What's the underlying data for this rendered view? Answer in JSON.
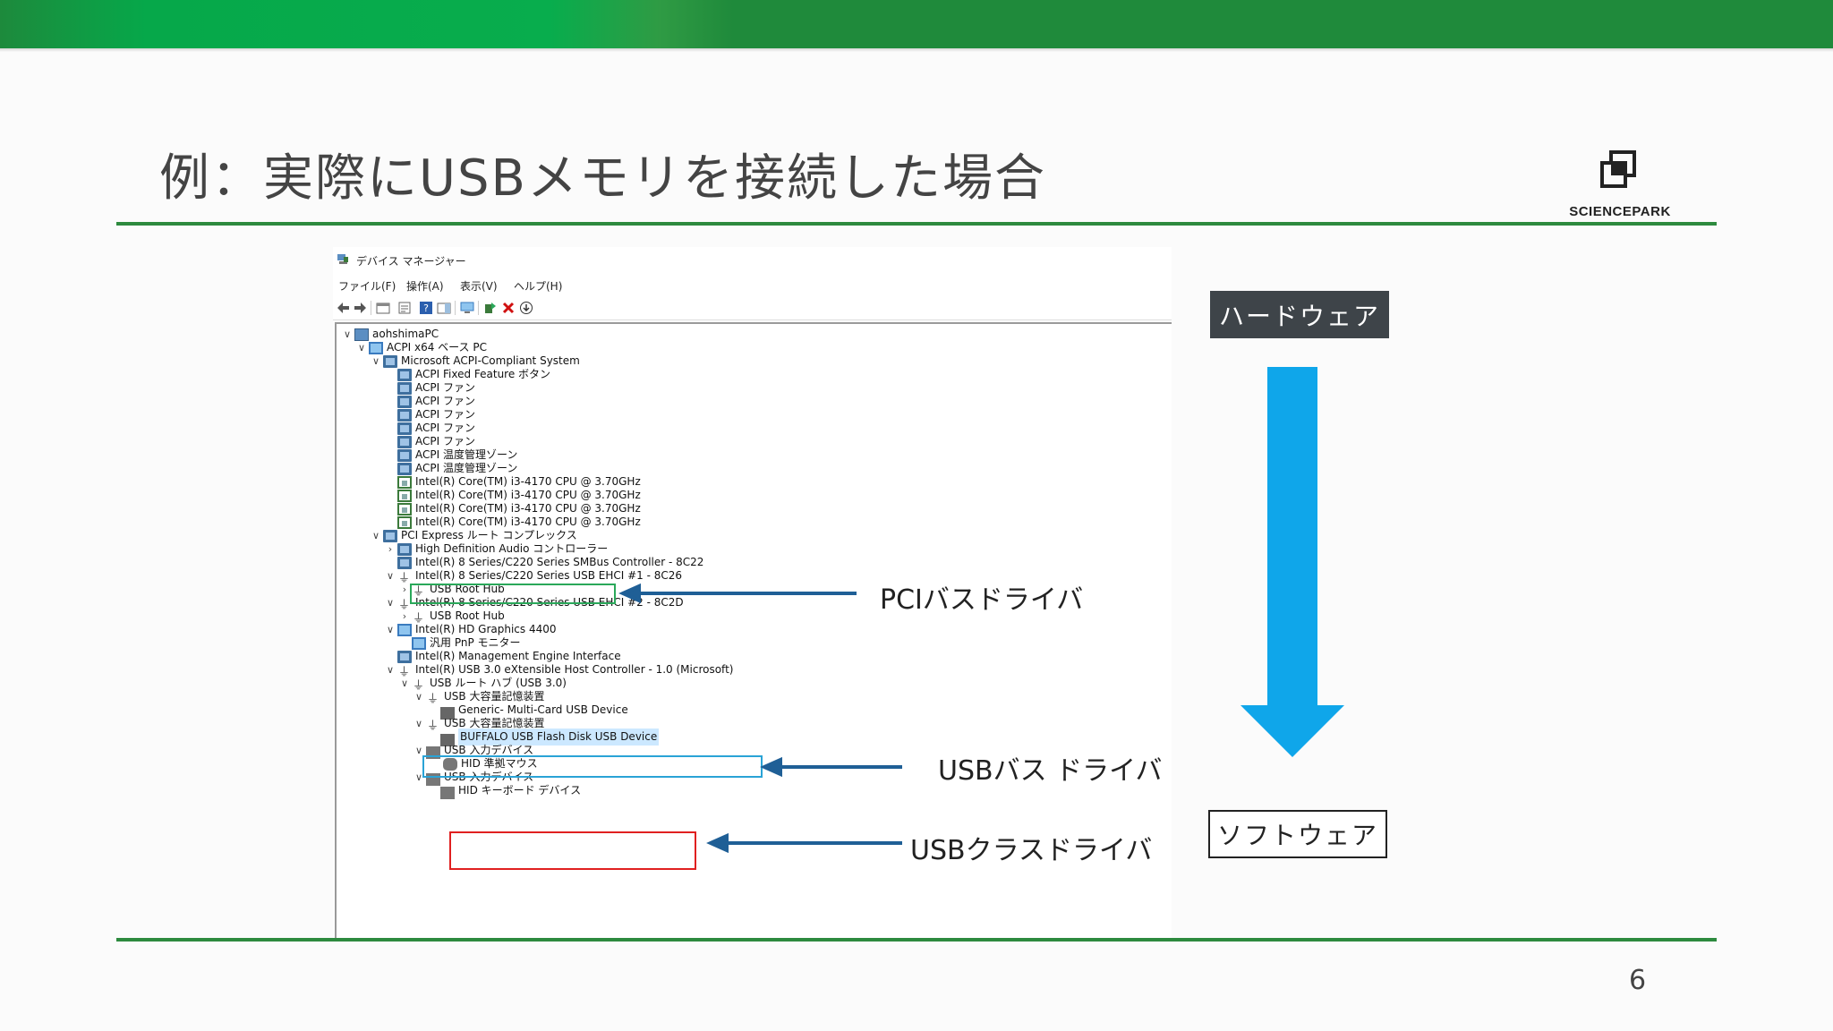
{
  "slide": {
    "title": "例：実際にUSBメモリを接続した場合",
    "page_number": "6",
    "logo_text": "SCIENCEPARK"
  },
  "device_manager": {
    "window_title": "デバイス マネージャー",
    "menu": [
      "ファイル(F)",
      "操作(A)",
      "表示(V)",
      "ヘルプ(H)"
    ],
    "tree": [
      {
        "label": "aohshimaPC",
        "icon": "pc-icon",
        "chev": "∨"
      },
      {
        "label": "ACPI x64 ベース PC",
        "icon": "monitor-icon",
        "chev": "∨"
      },
      {
        "label": "Microsoft ACPI-Compliant System",
        "icon": "folder-icon",
        "chev": "∨"
      },
      {
        "label": "ACPI Fixed Feature ボタン",
        "icon": "folder-icon",
        "chev": ""
      },
      {
        "label": "ACPI ファン",
        "icon": "folder-icon",
        "chev": ""
      },
      {
        "label": "ACPI ファン",
        "icon": "folder-icon",
        "chev": ""
      },
      {
        "label": "ACPI ファン",
        "icon": "folder-icon",
        "chev": ""
      },
      {
        "label": "ACPI ファン",
        "icon": "folder-icon",
        "chev": ""
      },
      {
        "label": "ACPI ファン",
        "icon": "folder-icon",
        "chev": ""
      },
      {
        "label": "ACPI 温度管理ゾーン",
        "icon": "folder-icon",
        "chev": ""
      },
      {
        "label": "ACPI 温度管理ゾーン",
        "icon": "folder-icon",
        "chev": ""
      },
      {
        "label": "Intel(R) Core(TM) i3-4170 CPU @ 3.70GHz",
        "icon": "cpu-icon",
        "chev": ""
      },
      {
        "label": "Intel(R) Core(TM) i3-4170 CPU @ 3.70GHz",
        "icon": "cpu-icon",
        "chev": ""
      },
      {
        "label": "Intel(R) Core(TM) i3-4170 CPU @ 3.70GHz",
        "icon": "cpu-icon",
        "chev": ""
      },
      {
        "label": "Intel(R) Core(TM) i3-4170 CPU @ 3.70GHz",
        "icon": "cpu-icon",
        "chev": ""
      },
      {
        "label": "PCI Express ルート コンプレックス",
        "icon": "folder-icon",
        "chev": "∨"
      },
      {
        "label": "High Definition Audio コントローラー",
        "icon": "folder-icon",
        "chev": "›"
      },
      {
        "label": "Intel(R) 8 Series/C220 Series SMBus Controller - 8C22",
        "icon": "folder-icon",
        "chev": ""
      },
      {
        "label": "Intel(R) 8 Series/C220 Series USB EHCI #1 - 8C26",
        "icon": "usb-icon",
        "chev": "∨"
      },
      {
        "label": "USB Root Hub",
        "icon": "usb-icon",
        "chev": "›"
      },
      {
        "label": "Intel(R) 8 Series/C220 Series USB EHCI #2 - 8C2D",
        "icon": "usb-icon",
        "chev": "∨"
      },
      {
        "label": "USB Root Hub",
        "icon": "usb-icon",
        "chev": "›"
      },
      {
        "label": "Intel(R) HD Graphics 4400",
        "icon": "monitor-icon",
        "chev": "∨"
      },
      {
        "label": "汎用 PnP モニター",
        "icon": "monitor-icon",
        "chev": ""
      },
      {
        "label": "Intel(R) Management Engine Interface",
        "icon": "folder-icon",
        "chev": ""
      },
      {
        "label": "Intel(R) USB 3.0 eXtensible Host Controller - 1.0 (Microsoft)",
        "icon": "usb-icon",
        "chev": "∨"
      },
      {
        "label": "USB ルート ハブ (USB 3.0)",
        "icon": "usb-icon",
        "chev": "∨"
      },
      {
        "label": "USB 大容量記憶装置",
        "icon": "usb-icon",
        "chev": "∨"
      },
      {
        "label": "Generic- Multi-Card USB Device",
        "icon": "disk-icon",
        "chev": ""
      },
      {
        "label": "USB 大容量記憶装置",
        "icon": "usb-icon",
        "chev": "∨"
      },
      {
        "label": "BUFFALO USB Flash Disk USB Device",
        "icon": "disk-icon",
        "chev": ""
      },
      {
        "label": "USB 入力デバイス",
        "icon": "keyboard-icon",
        "chev": "∨"
      },
      {
        "label": "HID 準拠マウス",
        "icon": "mouse-icon",
        "chev": ""
      },
      {
        "label": "USB 入力デバイス",
        "icon": "keyboard-icon",
        "chev": "∨"
      },
      {
        "label": "HID キーボード デバイス",
        "icon": "keyboard-icon",
        "chev": ""
      }
    ]
  },
  "callouts": {
    "pci": "PCIバスドライバ",
    "usb_bus": "USBバス ドライバ",
    "usb_class": "USBクラスドライバ"
  },
  "layers": {
    "hardware": "ハードウェア",
    "software": "ソフトウェア"
  },
  "colors": {
    "accent_green": "#2d8a3e",
    "arrow_blue": "#0fa6ea",
    "callout_arrow": "#1f5f96",
    "highlight_green": "#2aa85a",
    "highlight_blue": "#2aa3d6",
    "highlight_red": "#e02020"
  }
}
